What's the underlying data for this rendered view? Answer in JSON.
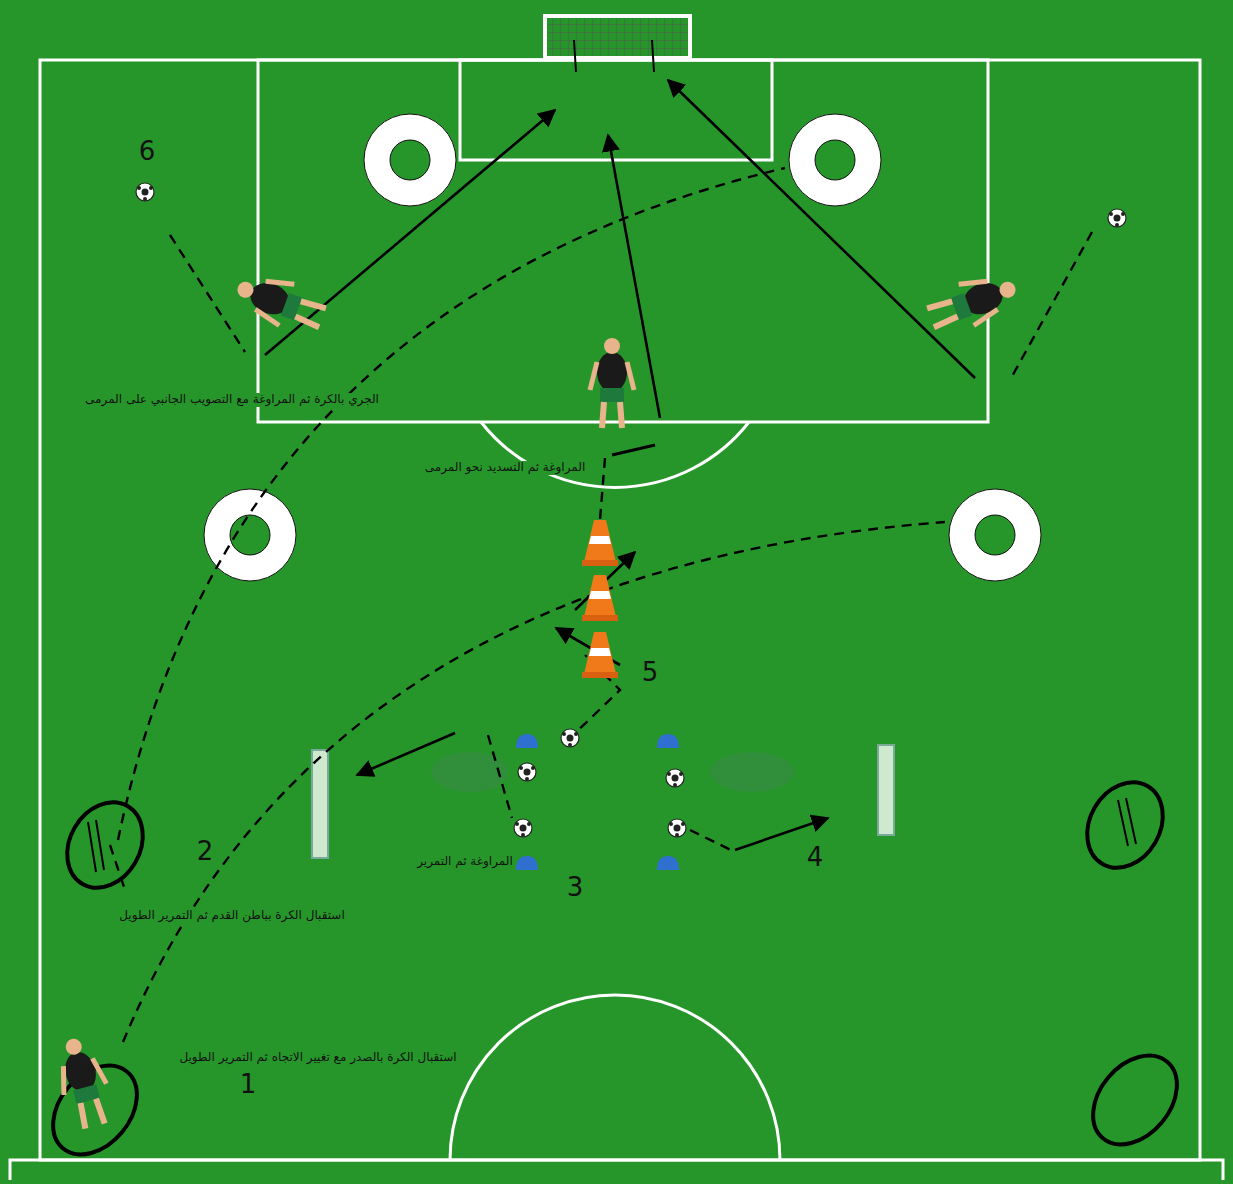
{
  "diagram": {
    "labels": [
      "6",
      "الجري بالكرة ثم المراوغة مع التصويب الجانبي على المرمى",
      "المراوغة ثم التسديد نحو المرمى",
      "5",
      "4",
      "3",
      "2",
      "المراوغة ثم التمرير",
      "استقبال الكرة بباطن القدم ثم التمرير الطويل",
      "1",
      "استقبال الكرة بالصدر مع تغيير الاتجاه ثم التمرير الطويل"
    ]
  }
}
